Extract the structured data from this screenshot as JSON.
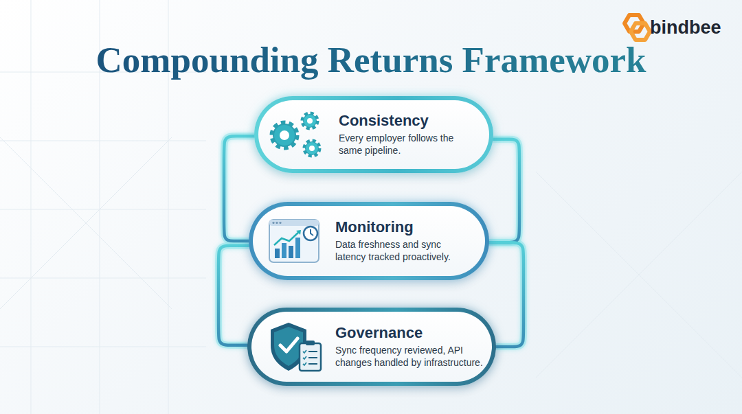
{
  "diagram": {
    "title": "Compounding Returns Framework",
    "nodes": [
      {
        "text": [
          "Consistency",
          "Every employer follows the same pipeline."
        ]
      },
      {
        "text": [
          "Monitoring",
          "Data freshness and sync latency tracked proactively."
        ]
      },
      {
        "text": [
          "Governance",
          "Sync frequency reviewed, API changes handled by infrastructure."
        ]
      }
    ],
    "edges": [
      {
        "from": 0,
        "to": 1,
        "arrow": "none"
      },
      {
        "from": 0,
        "to": 1,
        "arrow": "none"
      },
      {
        "from": 1,
        "to": 2,
        "arrow": "none"
      },
      {
        "from": 1,
        "to": 2,
        "arrow": "none"
      }
    ],
    "labels": [
      "bindbee"
    ]
  }
}
